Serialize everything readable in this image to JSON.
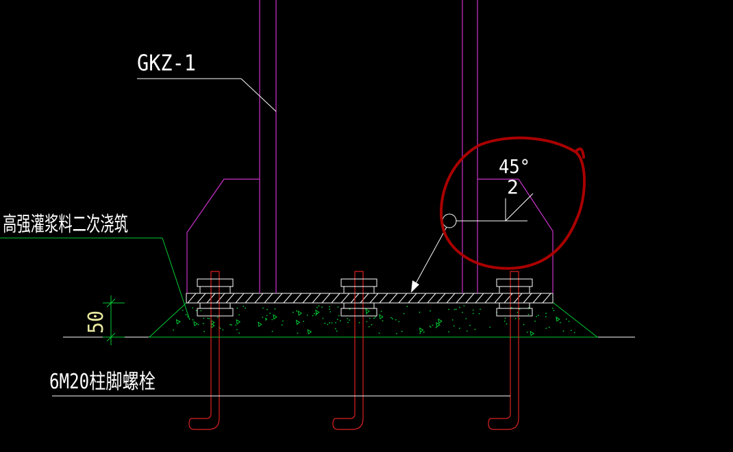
{
  "labels": {
    "column_tag": "GKZ-1",
    "grout_note": "高强灌浆料二次浇筑",
    "dimension_value": "50",
    "bolt_note": "6M20柱脚螺栓",
    "weld_angle": "45°",
    "weld_size": "2"
  },
  "colors": {
    "background": "#000000",
    "column": "#cc33cc",
    "leader": "#ffffff",
    "grout": "#00cc33",
    "bolt": "#dd2222",
    "dimension": "#00cc33",
    "markup": "#aa0000",
    "text": "#ffffff"
  }
}
